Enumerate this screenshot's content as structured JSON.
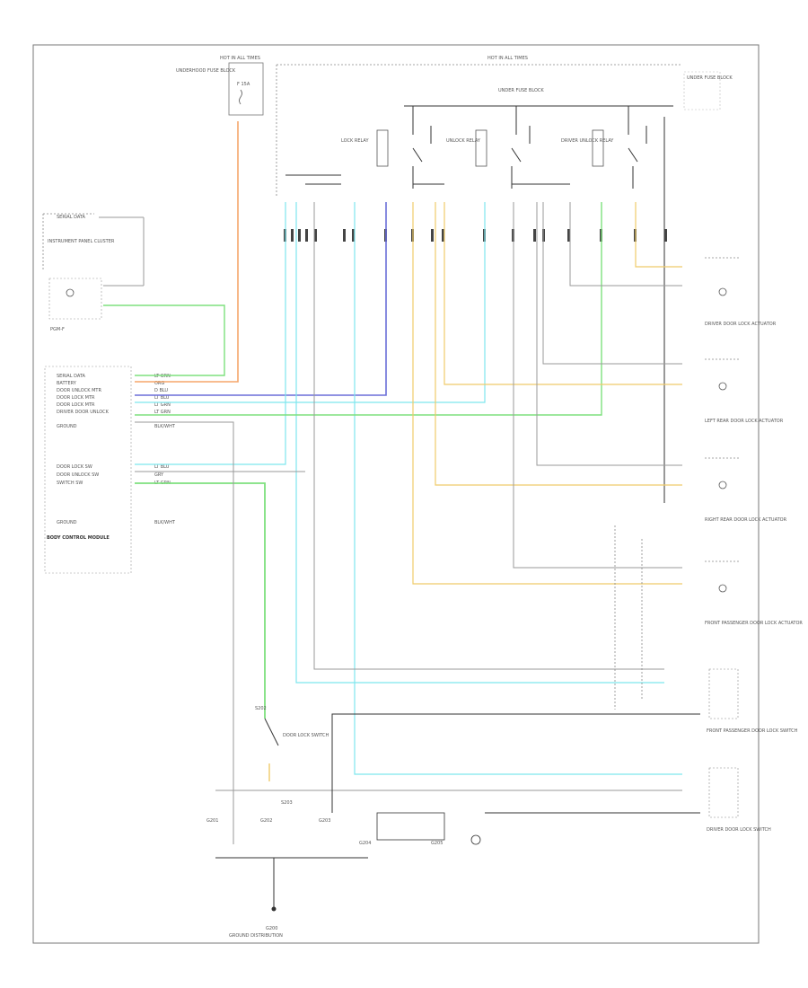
{
  "colors": {
    "orange": "#f5a66a",
    "cyan": "#7ee6ee",
    "blue": "#6b6fd8",
    "green": "#7ee07e",
    "yellow": "#efcb6a",
    "gray": "#9a9a9a",
    "black": "#333333"
  },
  "labels": {
    "top_left_hot": "HOT IN ALL TIMES",
    "top_mid_hot": "HOT IN ALL TIMES",
    "fuse_block": "UNDERHOOD FUSE BLOCK",
    "fuse_text": "F 15A",
    "serial_data": "SERIAL DATA",
    "instrument_cluster": "INSTRUMENT PANEL CLUSTER",
    "body_control": "BODY CONTROL MODULE",
    "relay_right": "UNDER FUSE BLOCK",
    "lock_relay": "LOCK RELAY",
    "unlock_relay": "UNLOCK RELAY",
    "driver_unlock_relay": "DRIVER UNLOCK RELAY",
    "driver_door_lock": "DRIVER DOOR LOCK ACTUATOR",
    "left_rear_lock": "LEFT REAR DOOR LOCK ACTUATOR",
    "right_rear_lock": "RIGHT REAR DOOR LOCK ACTUATOR",
    "passenger_lock": "FRONT PASSENGER DOOR LOCK ACTUATOR",
    "switch_mid": "DOOR LOCK SWITCH",
    "passenger_switch": "FRONT PASSENGER DOOR LOCK SWITCH",
    "driver_switch": "DRIVER DOOR LOCK SWITCH",
    "ground_bottom": "G200",
    "ground_caption": "GROUND DISTRIBUTION",
    "left_marker": "PGM-F",
    "splice_mid": "S202",
    "splice_mid2": "S203",
    "ground_left": "G201",
    "ground_b": "G202",
    "ground_c": "G203",
    "ground_d": "G204",
    "ground_e": "G205",
    "right_block": "UNDER FUSE BLOCK"
  },
  "bcm_pins": [
    {
      "name": "SERIAL DATA",
      "color": "LT GRN"
    },
    {
      "name": "BATTERY",
      "color": "ORG"
    },
    {
      "name": "DOOR UNLOCK MTR",
      "color": "D BLU"
    },
    {
      "name": "DOOR LOCK MTR",
      "color": "LT BLU"
    },
    {
      "name": "DOOR LOCK MTR",
      "color": "LT GRN"
    },
    {
      "name": "DRIVER DOOR UNLOCK",
      "color": "LT GRN"
    },
    {
      "name": "GROUND",
      "color": "BLK/WHT"
    }
  ],
  "bcm_pins2": [
    {
      "name": "DOOR LOCK SW",
      "color": "LT BLU"
    },
    {
      "name": "DOOR UNLOCK SW",
      "color": "GRY"
    },
    {
      "name": "SWITCH SW",
      "color": "LT GRN"
    }
  ],
  "bcm_ground": {
    "name": "GROUND",
    "color": "BLK/WHT"
  }
}
